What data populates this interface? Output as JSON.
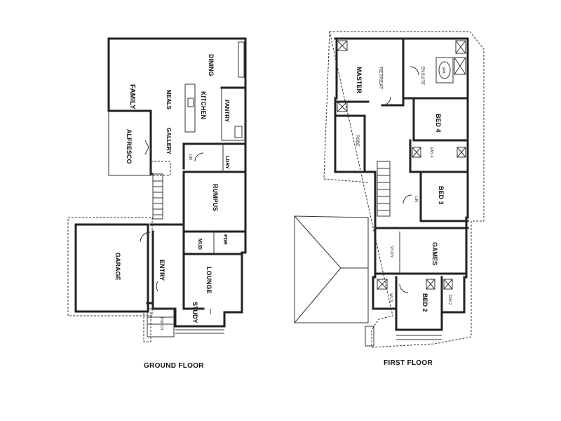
{
  "ground_floor": {
    "caption": "GROUND FLOOR",
    "rooms": {
      "family": "FAMILY",
      "dining": "DINING",
      "meals": "MEALS",
      "kitchen": "KITCHEN",
      "pantry": "PANTRY",
      "alfresco": "ALFRESCO",
      "gallery": "GALLERY",
      "lndry": "LDRY",
      "rumpus": "RUMPUS",
      "garage": "GARAGE",
      "entry": "ENTRY",
      "mud": "MUD",
      "pdr": "PDR",
      "lounge": "LOUNGE",
      "study": "STUDY",
      "porch": "PORCH",
      "linen": "LIN"
    }
  },
  "first_floor": {
    "caption": "FIRST FLOOR",
    "rooms": {
      "master": "MASTER",
      "retreat": "RETREAT",
      "ensuite": "ENSUITE",
      "spa": "SPA",
      "robe": "ROBE",
      "bed4": "BED 4",
      "bed3": "BED 3",
      "bed2": "BED 2",
      "games": "GAMES",
      "study": "STUDY",
      "wir": "W.I.R.",
      "ens4": "ENS 4",
      "ens2": "ENS 2",
      "linen": "LIN"
    }
  }
}
